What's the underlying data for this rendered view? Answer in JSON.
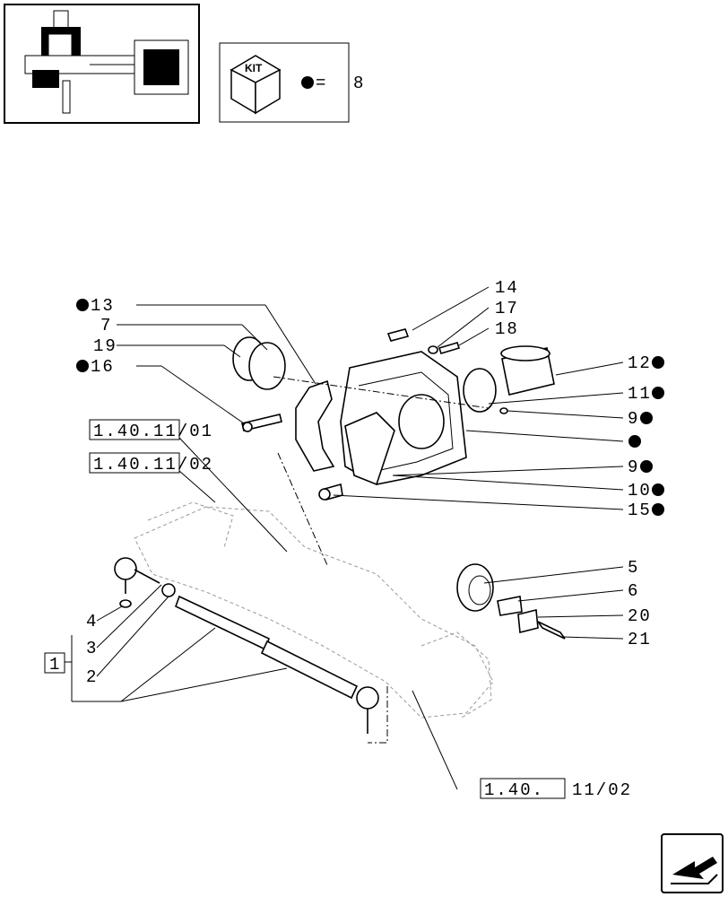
{
  "kit_box": {
    "icon_label": "KIT",
    "equals": "=",
    "count": "8"
  },
  "refs": {
    "top": "1.40.11/01",
    "mid": "1.40.11/02",
    "bottom_box": "1.40.",
    "bottom_tail": "11/02",
    "group": "1"
  },
  "callouts": [
    {
      "id": "c13",
      "text": "13",
      "bullet": true
    },
    {
      "id": "c7",
      "text": "7",
      "bullet": false
    },
    {
      "id": "c19",
      "text": "19",
      "bullet": false
    },
    {
      "id": "c16",
      "text": "16",
      "bullet": true
    },
    {
      "id": "c14",
      "text": "14",
      "bullet": false
    },
    {
      "id": "c17",
      "text": "17",
      "bullet": false
    },
    {
      "id": "c18",
      "text": "18",
      "bullet": false
    },
    {
      "id": "c12",
      "text": "12",
      "bullet": true
    },
    {
      "id": "c11",
      "text": "11",
      "bullet": true
    },
    {
      "id": "c9a",
      "text": "9",
      "bullet": true
    },
    {
      "id": "cdot",
      "text": "",
      "bullet": true
    },
    {
      "id": "c9b",
      "text": "9",
      "bullet": true
    },
    {
      "id": "c10",
      "text": "10",
      "bullet": true
    },
    {
      "id": "c15",
      "text": "15",
      "bullet": true
    },
    {
      "id": "c5",
      "text": "5",
      "bullet": false
    },
    {
      "id": "c6",
      "text": "6",
      "bullet": false
    },
    {
      "id": "c20",
      "text": "20",
      "bullet": false
    },
    {
      "id": "c21",
      "text": "21",
      "bullet": false
    },
    {
      "id": "c4",
      "text": "4",
      "bullet": false
    },
    {
      "id": "c3",
      "text": "3",
      "bullet": false
    },
    {
      "id": "c2",
      "text": "2",
      "bullet": false
    }
  ]
}
